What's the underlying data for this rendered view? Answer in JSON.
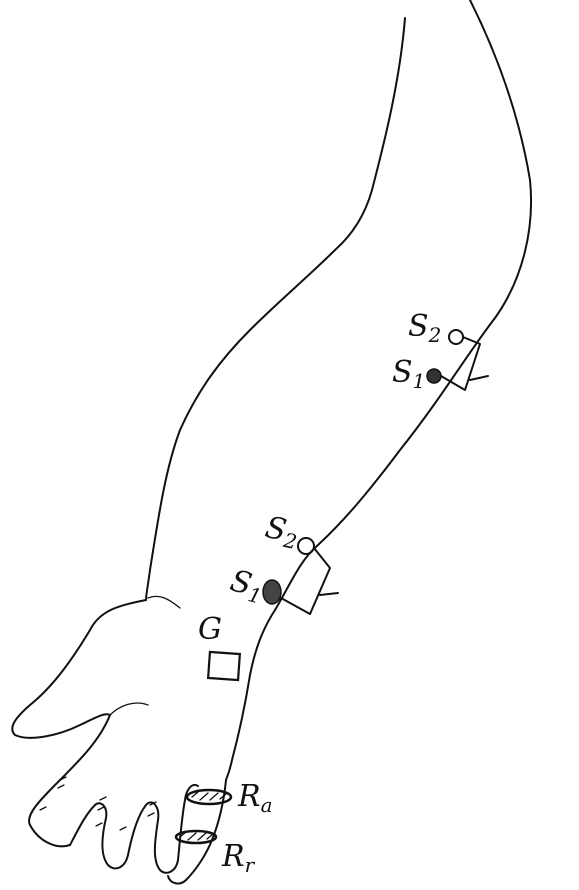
{
  "diagram": {
    "labels": {
      "s2_upper": {
        "main": "S",
        "sub": "2"
      },
      "s1_upper": {
        "main": "S",
        "sub": "1"
      },
      "s2_lower": {
        "main": "S",
        "sub": "2"
      },
      "s1_lower": {
        "main": "S",
        "sub": "1"
      },
      "ground": "G",
      "ring_active": {
        "main": "R",
        "sub": "a"
      },
      "ring_reference": {
        "main": "R",
        "sub": "r"
      }
    }
  }
}
